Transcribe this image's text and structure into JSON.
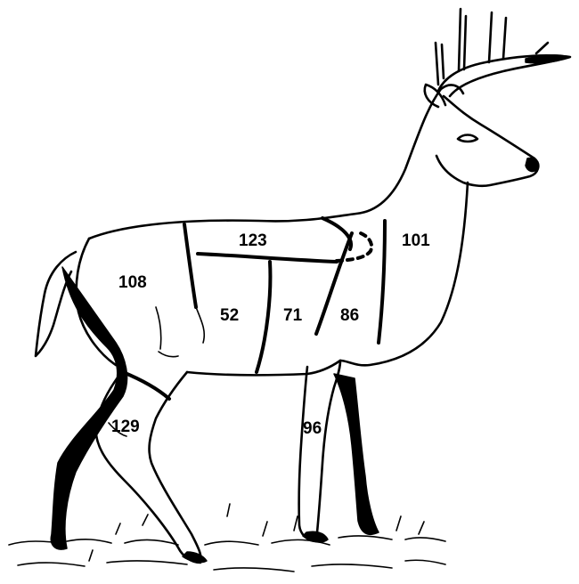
{
  "figure": {
    "colors": {
      "ink": "#000000",
      "paper": "#ffffff"
    },
    "region_labels": {
      "loin": "123",
      "neck": "101",
      "rump": "108",
      "flank": "52",
      "belly": "71",
      "shoulder": "86",
      "hind_leg": "129",
      "fore_leg": "96"
    }
  }
}
